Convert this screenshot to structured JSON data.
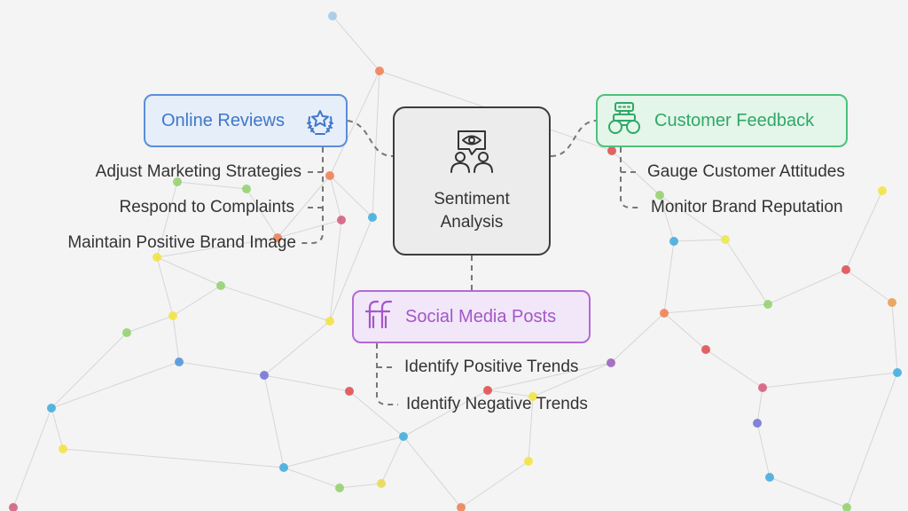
{
  "center": {
    "line1": "Sentiment",
    "line2": "Analysis"
  },
  "nodes": {
    "online_reviews": {
      "label": "Online Reviews",
      "icon": "award-star-icon",
      "color": "#5b8ed8",
      "items": [
        "Adjust Marketing Strategies",
        "Respond to Complaints",
        "Maintain Positive Brand Image"
      ]
    },
    "customer_feedback": {
      "label": "Customer Feedback",
      "icon": "binoculars-icon",
      "color": "#4cc27a",
      "items": [
        "Gauge Customer Attitudes",
        "Monitor Brand Reputation"
      ]
    },
    "social_media": {
      "label": "Social Media Posts",
      "icon": "social-ff-icon",
      "color": "#b36ad6",
      "items": [
        "Identify Positive Trends",
        "Identify Negative Trends"
      ]
    }
  },
  "colors": {
    "background": "#f4f4f4",
    "connector": "#777777",
    "network_line": "#d6d6d6"
  }
}
